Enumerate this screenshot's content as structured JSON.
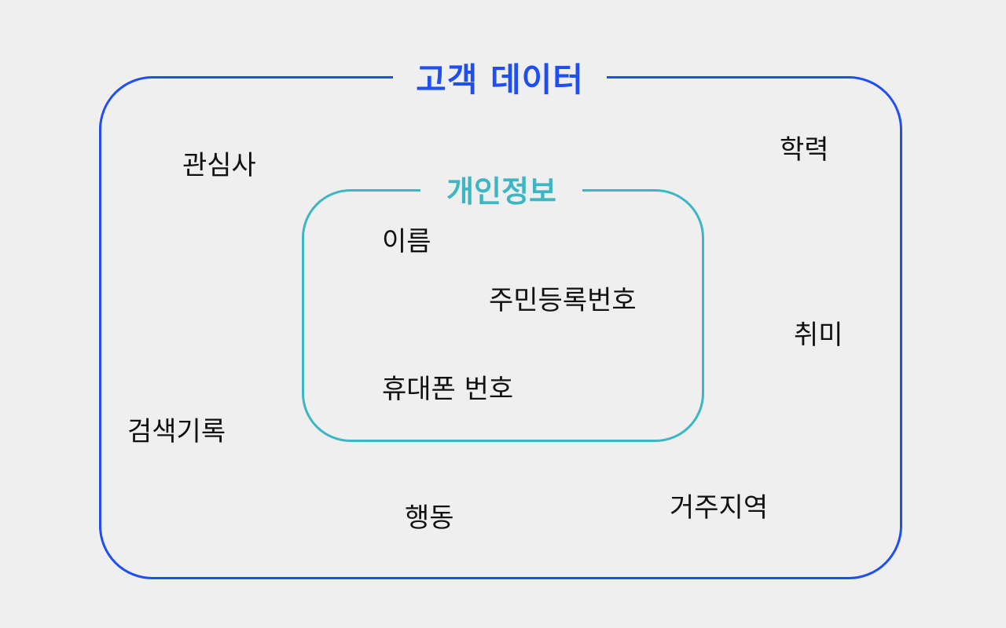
{
  "outer_group": {
    "title": "고객 데이터",
    "color": "#1f4ff0",
    "items": [
      "관심사",
      "학력",
      "취미",
      "검색기록",
      "행동",
      "거주지역"
    ]
  },
  "inner_group": {
    "title": "개인정보",
    "color": "#3cb6c3",
    "items": [
      "이름",
      "주민등록번호",
      "휴대폰 번호"
    ]
  }
}
